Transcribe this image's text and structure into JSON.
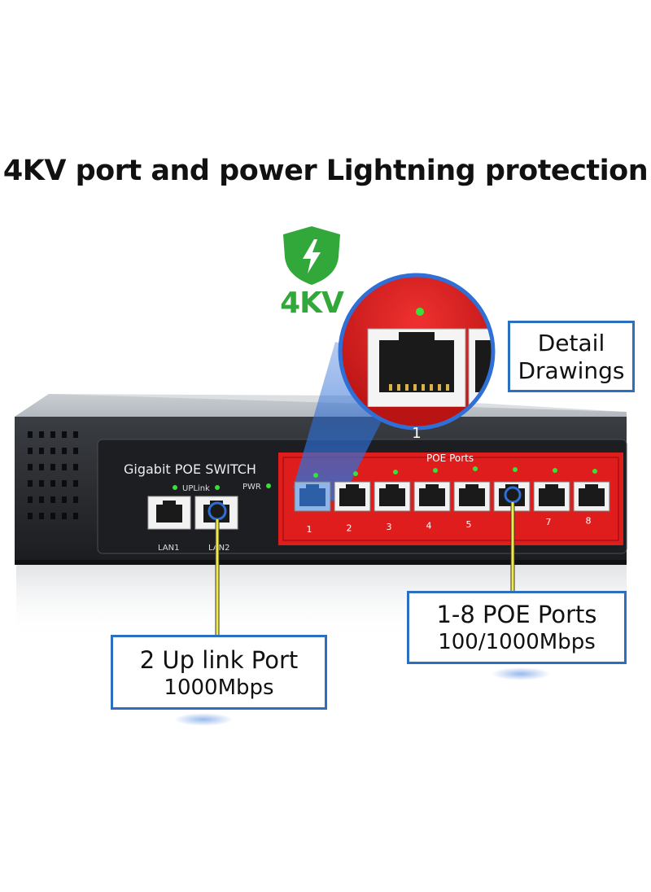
{
  "headline": "4KV port and power Lightning protection",
  "badge": {
    "label": "4KV",
    "icon": "lightning-shield-icon",
    "color": "#33a83a"
  },
  "detail_callout": {
    "line1": "Detail",
    "line2": "Drawings",
    "zoom_port_number": "1"
  },
  "switch": {
    "brand_label": "Gigabit POE SWITCH",
    "uplink_led_label": "UPLink",
    "power_led_label": "PWR",
    "poe_ports_label": "POE Ports",
    "lan_labels": [
      "LAN1",
      "LAN2"
    ],
    "port_numbers": [
      "1",
      "2",
      "3",
      "4",
      "5",
      "7",
      "8"
    ],
    "panel_color": "#e01d1d",
    "led_color": "#39e03a"
  },
  "uplink_callout": {
    "line1": "2 Up link Port",
    "line2": "1000Mbps"
  },
  "poe_callout": {
    "line1": "1-8 POE Ports",
    "line2": "100/1000Mbps"
  }
}
